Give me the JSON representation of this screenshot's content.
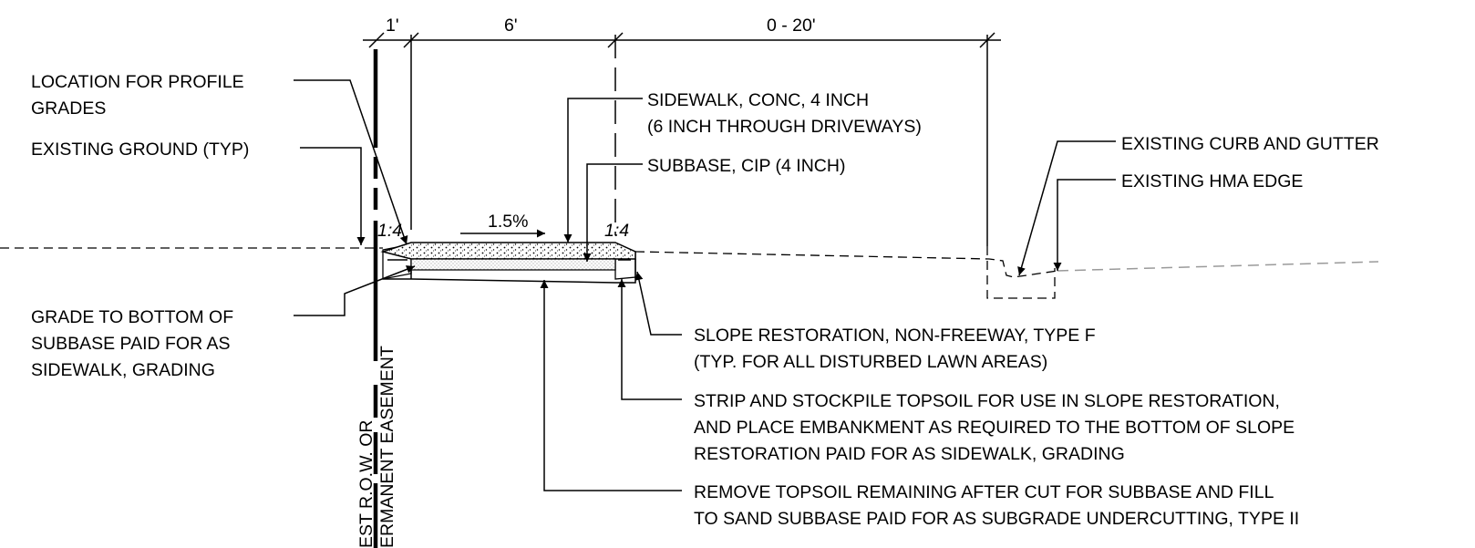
{
  "dimensions": {
    "d1": "1'",
    "d2": "6'",
    "d3": "0 - 20'"
  },
  "slopes": {
    "cross_slope": "1.5%",
    "side_slope_left": "1:4",
    "side_slope_right": "1:4"
  },
  "row_label": {
    "line1": "EST R.O.W. OR",
    "line2": "ERMANENT EASEMENT"
  },
  "callouts": {
    "profile_grades": [
      "LOCATION FOR PROFILE",
      "GRADES"
    ],
    "existing_ground": [
      "EXISTING GROUND (TYP)"
    ],
    "sidewalk": [
      "SIDEWALK, CONC, 4 INCH",
      "(6 INCH THROUGH DRIVEWAYS)"
    ],
    "subbase": [
      "SUBBASE, CIP (4 INCH)"
    ],
    "curb_gutter": [
      "EXISTING CURB AND GUTTER"
    ],
    "hma_edge": [
      "EXISTING HMA EDGE"
    ],
    "grade_bottom": [
      "GRADE TO BOTTOM OF",
      "SUBBASE PAID FOR AS",
      "SIDEWALK, GRADING"
    ],
    "slope_restoration": [
      "SLOPE RESTORATION, NON-FREEWAY, TYPE F",
      "(TYP. FOR ALL DISTURBED LAWN AREAS)"
    ],
    "strip_topsoil": [
      "STRIP AND STOCKPILE TOPSOIL FOR USE IN SLOPE RESTORATION,",
      "AND PLACE EMBANKMENT AS REQUIRED TO THE BOTTOM OF SLOPE",
      "RESTORATION PAID FOR AS SIDEWALK, GRADING"
    ],
    "remove_topsoil": [
      "REMOVE TOPSOIL REMAINING AFTER CUT FOR SUBBASE AND FILL",
      "TO SAND SUBBASE PAID FOR AS SUBGRADE UNDERCUTTING, TYPE II"
    ]
  }
}
